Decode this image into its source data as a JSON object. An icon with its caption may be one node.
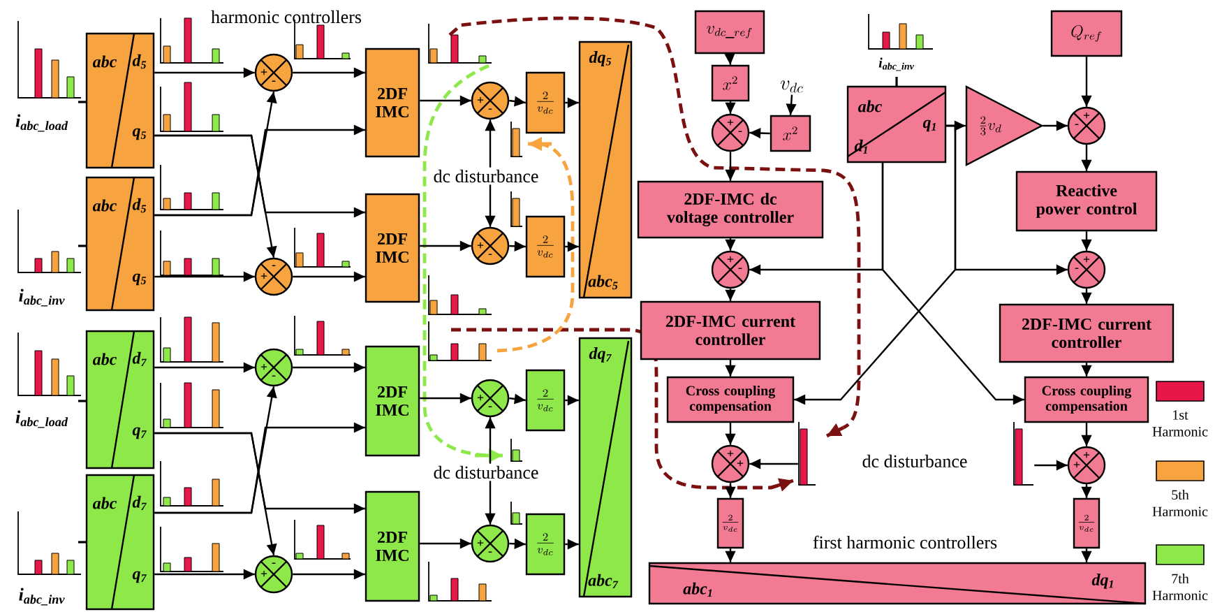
{
  "diagram": {
    "nodes": [
      {
        "text": [
          "abc",
          "d$_{5}$",
          "q$_{5}$"
        ]
      },
      {
        "text": [
          "abc",
          "d$_{5}$",
          "q$_{5}$"
        ]
      },
      {
        "text": [
          "+",
          "-"
        ]
      },
      {
        "text": [
          "-",
          "+"
        ]
      },
      {
        "text": [
          "2DF IMC"
        ]
      },
      {
        "text": [
          "2DF IMC"
        ]
      },
      {
        "text": [
          "+",
          "-"
        ]
      },
      {
        "text": [
          "+",
          "-"
        ]
      },
      {
        "text": [
          "\\frac{2}{v_{dc}}"
        ]
      },
      {
        "text": [
          "\\frac{2}{v_{dc}}"
        ]
      },
      {
        "text": [
          "dq$_{5}$",
          "abc$_{5}$"
        ]
      },
      {
        "text": [
          "abc",
          "d$_{7}$",
          "q$_{7}$"
        ]
      },
      {
        "text": [
          "abc",
          "d$_{7}$",
          "q$_{7}$"
        ]
      },
      {
        "text": [
          "+",
          "-"
        ]
      },
      {
        "text": [
          "-",
          "+"
        ]
      },
      {
        "text": [
          "2DF IMC"
        ]
      },
      {
        "text": [
          "2DF IMC"
        ]
      },
      {
        "text": [
          "+",
          "-"
        ]
      },
      {
        "text": [
          "+",
          "-"
        ]
      },
      {
        "text": [
          "\\frac{2}{v_{dc}}"
        ]
      },
      {
        "text": [
          "\\frac{2}{v_{dc}}"
        ]
      },
      {
        "text": [
          "dq$_{7}$",
          "abc$_{7}$"
        ]
      },
      {
        "text": [
          "v_{dc\\_ref}"
        ]
      },
      {
        "text": [
          "x^{2}"
        ]
      },
      {
        "text": [
          "+",
          "-"
        ]
      },
      {
        "text": [
          "x^{2}"
        ]
      },
      {
        "text": [
          "v_{dc}"
        ]
      },
      {
        "text": [
          "2DF-IMC dc voltage controller"
        ]
      },
      {
        "text": [
          "+",
          "-"
        ]
      },
      {
        "text": [
          "2DF-IMC current controller"
        ]
      },
      {
        "text": [
          "Cross coupling compensation"
        ]
      },
      {
        "text": [
          "+",
          "+"
        ]
      },
      {
        "text": [
          "\\frac{2}{v_{dc}}"
        ]
      },
      {
        "text": [
          "abc$_{1}$",
          "dq$_{1}$"
        ]
      },
      {
        "text": [
          "abc",
          "d$_{1}$",
          "q$_{1}$"
        ]
      },
      {
        "text": [
          "\\frac{2}{3}v_{d}"
        ]
      },
      {
        "text": [
          "Q_{ref}"
        ]
      },
      {
        "text": [
          "+",
          "-"
        ]
      },
      {
        "text": [
          "Reactive power control"
        ]
      },
      {
        "text": [
          "+",
          "-"
        ]
      },
      {
        "text": [
          "2DF-IMC current controller"
        ]
      },
      {
        "text": [
          "Cross coupling compensation"
        ]
      },
      {
        "text": [
          "+",
          "+"
        ]
      },
      {
        "text": [
          "\\frac{2}{v_{dc}}"
        ]
      },
      {
        "text": [
          "dc disturbance"
        ]
      },
      {
        "text": [
          "dc disturbance"
        ]
      },
      {
        "text": [],
        "shape": "bar"
      },
      {
        "text": [],
        "shape": "bar"
      }
    ],
    "edges": [
      {
        "from": 0,
        "to": 2,
        "arrow": "to"
      },
      {
        "from": 1,
        "to": 2,
        "arrow": "to"
      },
      {
        "from": 1,
        "to": 4,
        "arrow": "to"
      },
      {
        "from": 0,
        "to": 3,
        "arrow": "to"
      },
      {
        "from": 0,
        "to": 5,
        "arrow": "to"
      },
      {
        "from": 1,
        "to": 3,
        "arrow": "to"
      },
      {
        "from": 2,
        "to": 4,
        "arrow": "to"
      },
      {
        "from": 3,
        "to": 5,
        "arrow": "to"
      },
      {
        "from": 4,
        "to": 6,
        "arrow": "to"
      },
      {
        "from": 5,
        "to": 7,
        "arrow": "to"
      },
      {
        "from": 6,
        "to": 8,
        "arrow": "to"
      },
      {
        "from": 7,
        "to": 9,
        "arrow": "to"
      },
      {
        "from": 8,
        "to": 10,
        "arrow": "to"
      },
      {
        "from": 9,
        "to": 10,
        "arrow": "to"
      },
      {
        "from": 44,
        "to": 6,
        "arrow": "to"
      },
      {
        "from": 44,
        "to": 7,
        "arrow": "to"
      },
      {
        "from": 11,
        "to": 13,
        "arrow": "to"
      },
      {
        "from": 12,
        "to": 13,
        "arrow": "to"
      },
      {
        "from": 12,
        "to": 15,
        "arrow": "to"
      },
      {
        "from": 11,
        "to": 14,
        "arrow": "to"
      },
      {
        "from": 11,
        "to": 16,
        "arrow": "to"
      },
      {
        "from": 12,
        "to": 14,
        "arrow": "to"
      },
      {
        "from": 13,
        "to": 15,
        "arrow": "to"
      },
      {
        "from": 14,
        "to": 16,
        "arrow": "to"
      },
      {
        "from": 15,
        "to": 17,
        "arrow": "to"
      },
      {
        "from": 16,
        "to": 18,
        "arrow": "to"
      },
      {
        "from": 17,
        "to": 19,
        "arrow": "to"
      },
      {
        "from": 18,
        "to": 20,
        "arrow": "to"
      },
      {
        "from": 19,
        "to": 21,
        "arrow": "to"
      },
      {
        "from": 20,
        "to": 21,
        "arrow": "to"
      },
      {
        "from": 45,
        "to": 17,
        "arrow": "to"
      },
      {
        "from": 45,
        "to": 18,
        "arrow": "to"
      },
      {
        "from": 22,
        "to": 23,
        "arrow": "to"
      },
      {
        "from": 23,
        "to": 24,
        "arrow": "to"
      },
      {
        "from": 26,
        "to": 25,
        "arrow": "to"
      },
      {
        "from": 25,
        "to": 24,
        "arrow": "to"
      },
      {
        "from": 24,
        "to": 27,
        "arrow": "to"
      },
      {
        "from": 27,
        "to": 28,
        "arrow": "to"
      },
      {
        "from": 28,
        "to": 29,
        "arrow": "to"
      },
      {
        "from": 29,
        "to": 30,
        "arrow": "to"
      },
      {
        "from": 30,
        "to": 31,
        "arrow": "to"
      },
      {
        "from": 46,
        "to": 31,
        "arrow": "to"
      },
      {
        "from": 31,
        "to": 32,
        "arrow": "to"
      },
      {
        "from": 32,
        "to": 33,
        "arrow": "to"
      },
      {
        "from": 34,
        "to": 35,
        "arrow": "to"
      },
      {
        "from": 34,
        "to": 28,
        "arrow": "to"
      },
      {
        "from": 34,
        "to": 41,
        "arrow": "to"
      },
      {
        "from": 34,
        "to": 39,
        "arrow": "to"
      },
      {
        "from": 34,
        "to": 30,
        "arrow": "to"
      },
      {
        "from": 35,
        "to": 37,
        "arrow": "to"
      },
      {
        "from": 36,
        "to": 37,
        "arrow": "to"
      },
      {
        "from": 37,
        "to": 38,
        "arrow": "to"
      },
      {
        "from": 38,
        "to": 39,
        "arrow": "to"
      },
      {
        "from": 39,
        "to": 40,
        "arrow": "to"
      },
      {
        "from": 40,
        "to": 41,
        "arrow": "to"
      },
      {
        "from": 41,
        "to": 42,
        "arrow": "to"
      },
      {
        "from": 47,
        "to": 42,
        "arrow": "to"
      },
      {
        "from": 42,
        "to": 43,
        "arrow": "to"
      },
      {
        "from": 43,
        "to": 33,
        "arrow": "to"
      }
    ],
    "labels": [
      "harmonic controllers",
      "i$_{abc_inv}$",
      "i$_{abc_load}$",
      "i$_{abc_inv}$",
      "i$_{abc_load}$",
      "i$_{abc_inv}$",
      "dc disturbance",
      "first harmonic controllers"
    ],
    "legend": [
      {
        "text": "1st Harmonic",
        "color": "#e8174a"
      },
      {
        "text": "5th Harmonic",
        "color": "#f6a340"
      },
      {
        "text": "7th Harmonic",
        "color": "#8ee84a"
      }
    ]
  }
}
